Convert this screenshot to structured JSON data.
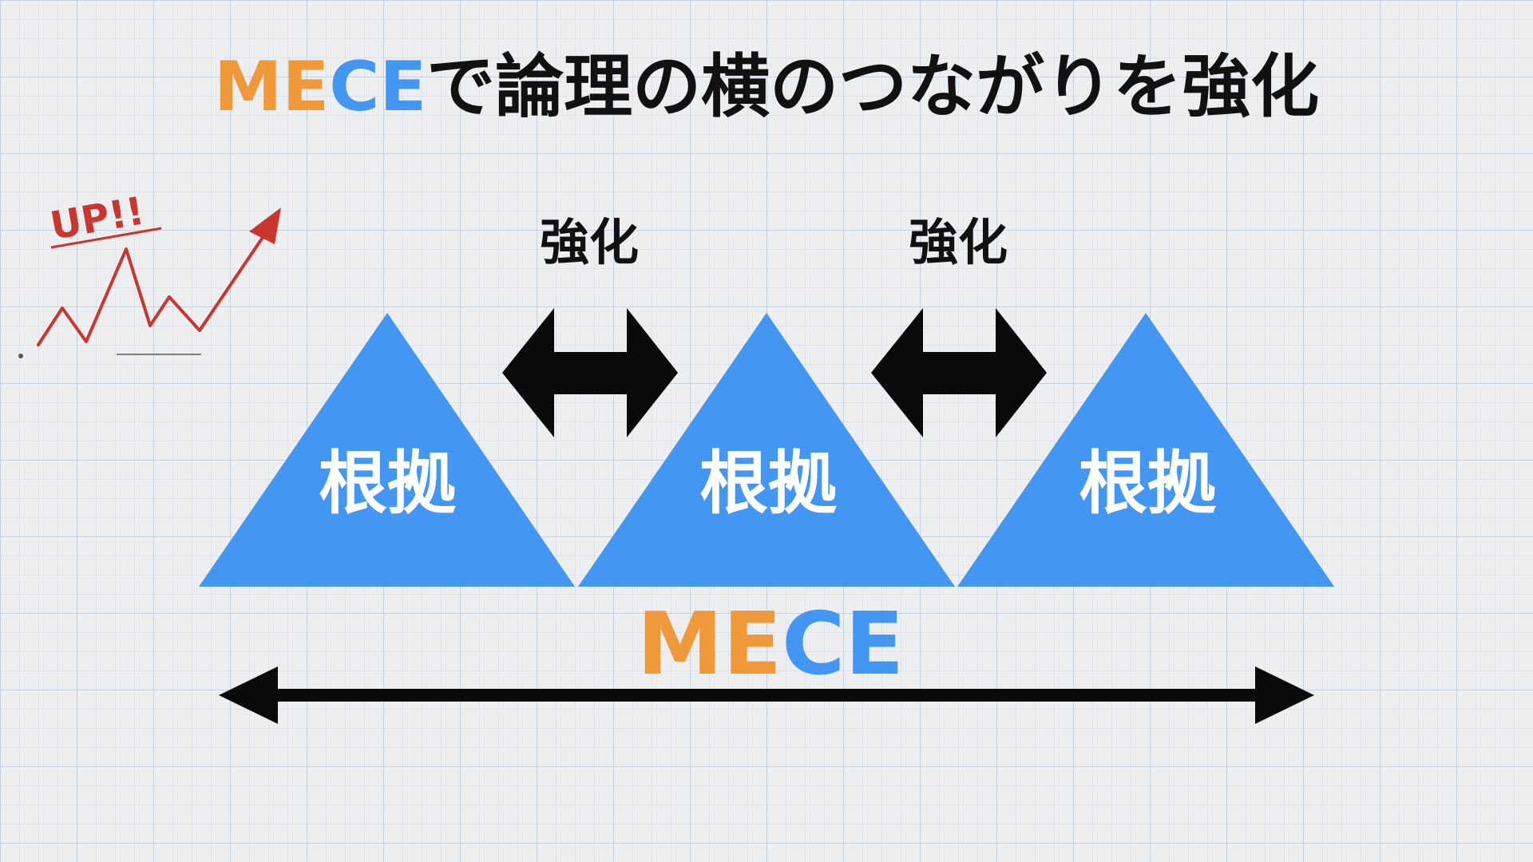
{
  "title": {
    "prefix_letters": [
      "M",
      "E",
      "C",
      "E"
    ],
    "rest": "で論理の横のつながりを強化"
  },
  "up_sticker": {
    "text": "UP!!"
  },
  "pyramids": [
    {
      "label": "根拠"
    },
    {
      "label": "根拠"
    },
    {
      "label": "根拠"
    }
  ],
  "links": [
    {
      "label": "強化"
    },
    {
      "label": "強化"
    }
  ],
  "bottom": {
    "letters": [
      "M",
      "E",
      "C",
      "E"
    ]
  },
  "colors": {
    "orange": "#f0993a",
    "blue": "#4396f2",
    "red": "#c8362d",
    "black": "#0a0a0a",
    "white": "#ffffff"
  }
}
